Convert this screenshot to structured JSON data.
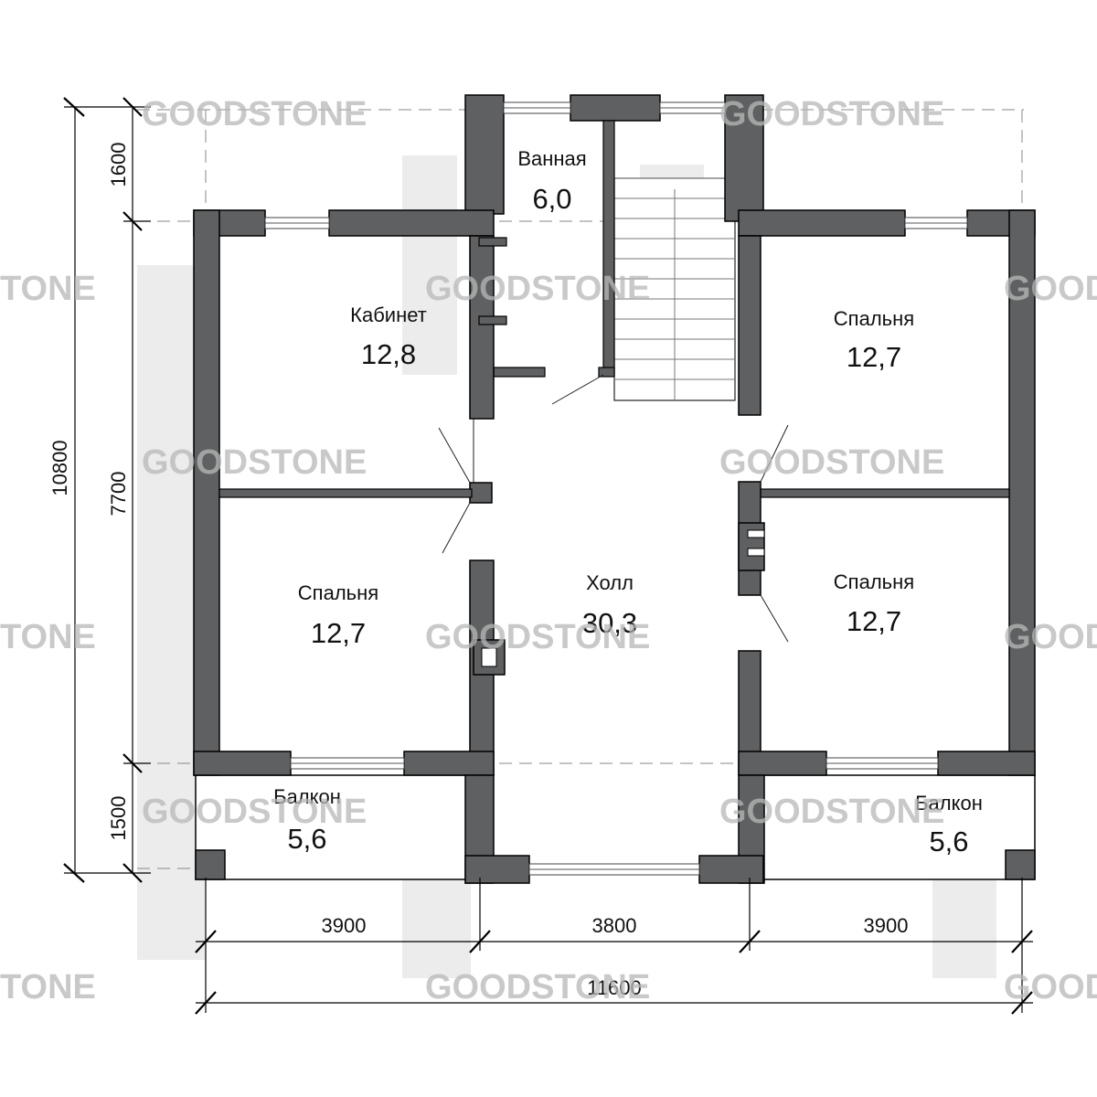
{
  "watermark": "GOODSTONE",
  "watermark_fragments": {
    "left": "TONE",
    "right": "GOOD"
  },
  "rooms": [
    {
      "name": "Ванная",
      "area": "6,0"
    },
    {
      "name": "Кабинет",
      "area": "12,8"
    },
    {
      "name": "Спальня",
      "area": "12,7"
    },
    {
      "name": "Спальня",
      "area": "12,7"
    },
    {
      "name": "Спальня",
      "area": "12,7"
    },
    {
      "name": "Холл",
      "area": "30,3"
    },
    {
      "name": "Балкон",
      "area": "5,6"
    },
    {
      "name": "Балкон",
      "area": "5,6"
    }
  ],
  "dimensions": {
    "bottom": [
      "3900",
      "3800",
      "3900"
    ],
    "bottom_total": "11600",
    "left": [
      "1600",
      "7700",
      "1500"
    ],
    "left_total": "10800"
  },
  "colors": {
    "wall": "#5f6062",
    "watermark": "#b8b8b8",
    "line": "#000000"
  }
}
